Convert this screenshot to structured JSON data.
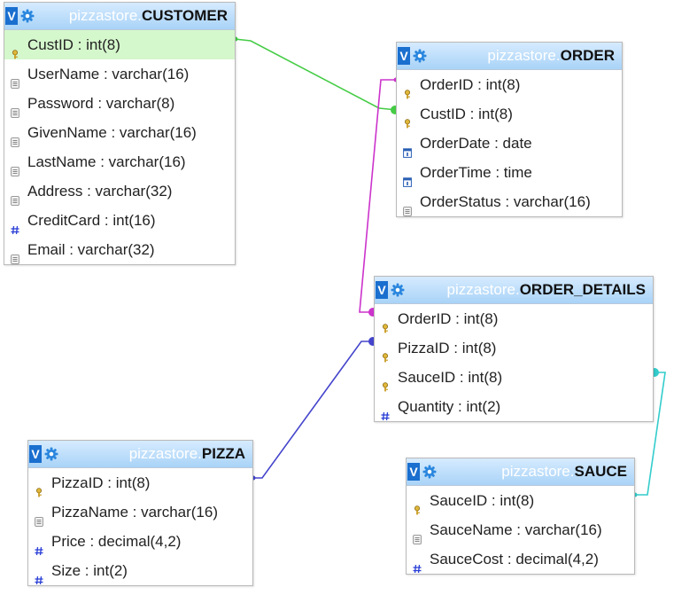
{
  "tables": {
    "customer": {
      "db": "pizzastore.",
      "name": "CUSTOMER",
      "columns": [
        {
          "text": "CustID : int(8)",
          "icon": "key-icon"
        },
        {
          "text": "UserName : varchar(16)",
          "icon": "text-field-icon"
        },
        {
          "text": "Password : varchar(8)",
          "icon": "text-field-icon"
        },
        {
          "text": "GivenName : varchar(16)",
          "icon": "text-field-icon"
        },
        {
          "text": "LastName : varchar(16)",
          "icon": "text-field-icon"
        },
        {
          "text": "Address : varchar(32)",
          "icon": "text-field-icon"
        },
        {
          "text": "CreditCard : int(16)",
          "icon": "number-icon"
        },
        {
          "text": "Email : varchar(32)",
          "icon": "text-field-icon"
        }
      ]
    },
    "order": {
      "db": "pizzastore.",
      "name": "ORDER",
      "columns": [
        {
          "text": "OrderID : int(8)",
          "icon": "key-icon"
        },
        {
          "text": "CustID : int(8)",
          "icon": "key-icon"
        },
        {
          "text": "OrderDate : date",
          "icon": "calendar-icon"
        },
        {
          "text": "OrderTime : time",
          "icon": "calendar-icon"
        },
        {
          "text": "OrderStatus : varchar(16)",
          "icon": "text-field-icon"
        }
      ]
    },
    "order_details": {
      "db": "pizzastore.",
      "name": "ORDER_DETAILS",
      "columns": [
        {
          "text": "OrderID : int(8)",
          "icon": "key-icon"
        },
        {
          "text": "PizzaID : int(8)",
          "icon": "key-icon"
        },
        {
          "text": "SauceID : int(8)",
          "icon": "key-icon"
        },
        {
          "text": "Quantity : int(2)",
          "icon": "number-icon"
        }
      ]
    },
    "pizza": {
      "db": "pizzastore.",
      "name": "PIZZA",
      "columns": [
        {
          "text": "PizzaID : int(8)",
          "icon": "key-icon"
        },
        {
          "text": "PizzaName : varchar(16)",
          "icon": "text-field-icon"
        },
        {
          "text": "Price : decimal(4,2)",
          "icon": "number-icon"
        },
        {
          "text": "Size : int(2)",
          "icon": "number-icon"
        }
      ]
    },
    "sauce": {
      "db": "pizzastore.",
      "name": "SAUCE",
      "columns": [
        {
          "text": "SauceID : int(8)",
          "icon": "key-icon"
        },
        {
          "text": "SauceName : varchar(16)",
          "icon": "text-field-icon"
        },
        {
          "text": "SauceCost : decimal(4,2)",
          "icon": "number-icon"
        }
      ]
    }
  },
  "toggle_label": "V",
  "colors": {
    "link_customer_order": "#44cc44",
    "link_order_details": "#cc33cc",
    "link_pizza_details": "#4444cc",
    "link_sauce_details": "#33cccc",
    "header_top": "#d6ebff",
    "header_bottom": "#a9d3f7",
    "toggle_blue": "#1a6fcf",
    "key_highlight": "#d5f7cc"
  }
}
